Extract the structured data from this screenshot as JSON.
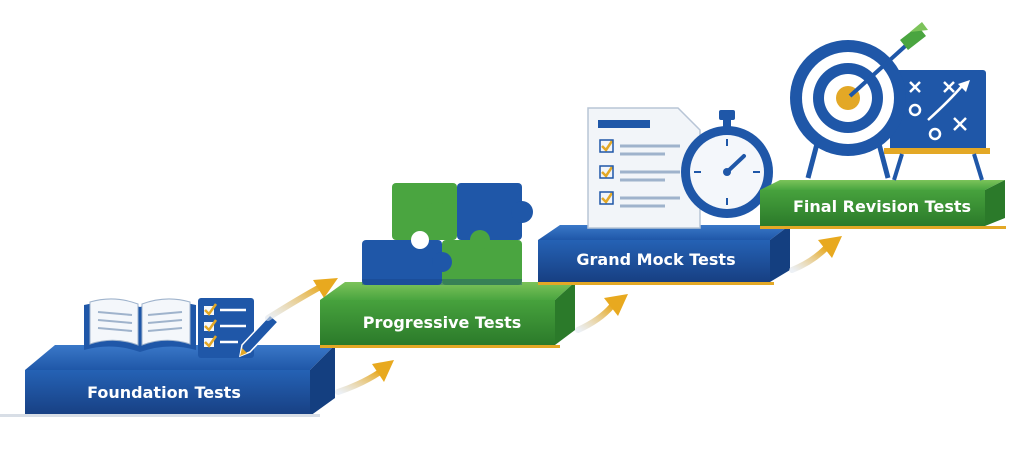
{
  "steps": [
    {
      "label": "Foundation Tests",
      "color": "#1f57a8",
      "icon": "open-book-checklist-pencil-icon"
    },
    {
      "label": "Progressive Tests",
      "color": "#3e9c3a",
      "icon": "puzzle-pieces-icon"
    },
    {
      "label": "Grand Mock Tests",
      "color": "#1f57a8",
      "icon": "document-stopwatch-icon"
    },
    {
      "label": "Final Revision Tests",
      "color": "#3e9c3a",
      "icon": "target-strategy-board-icon"
    }
  ],
  "colors": {
    "blue": "#1f57a8",
    "blue_dark": "#143f80",
    "green": "#3e9c3a",
    "green_dark": "#2b7a2a",
    "gold": "#e3a826",
    "arrow": "#e3a826"
  }
}
